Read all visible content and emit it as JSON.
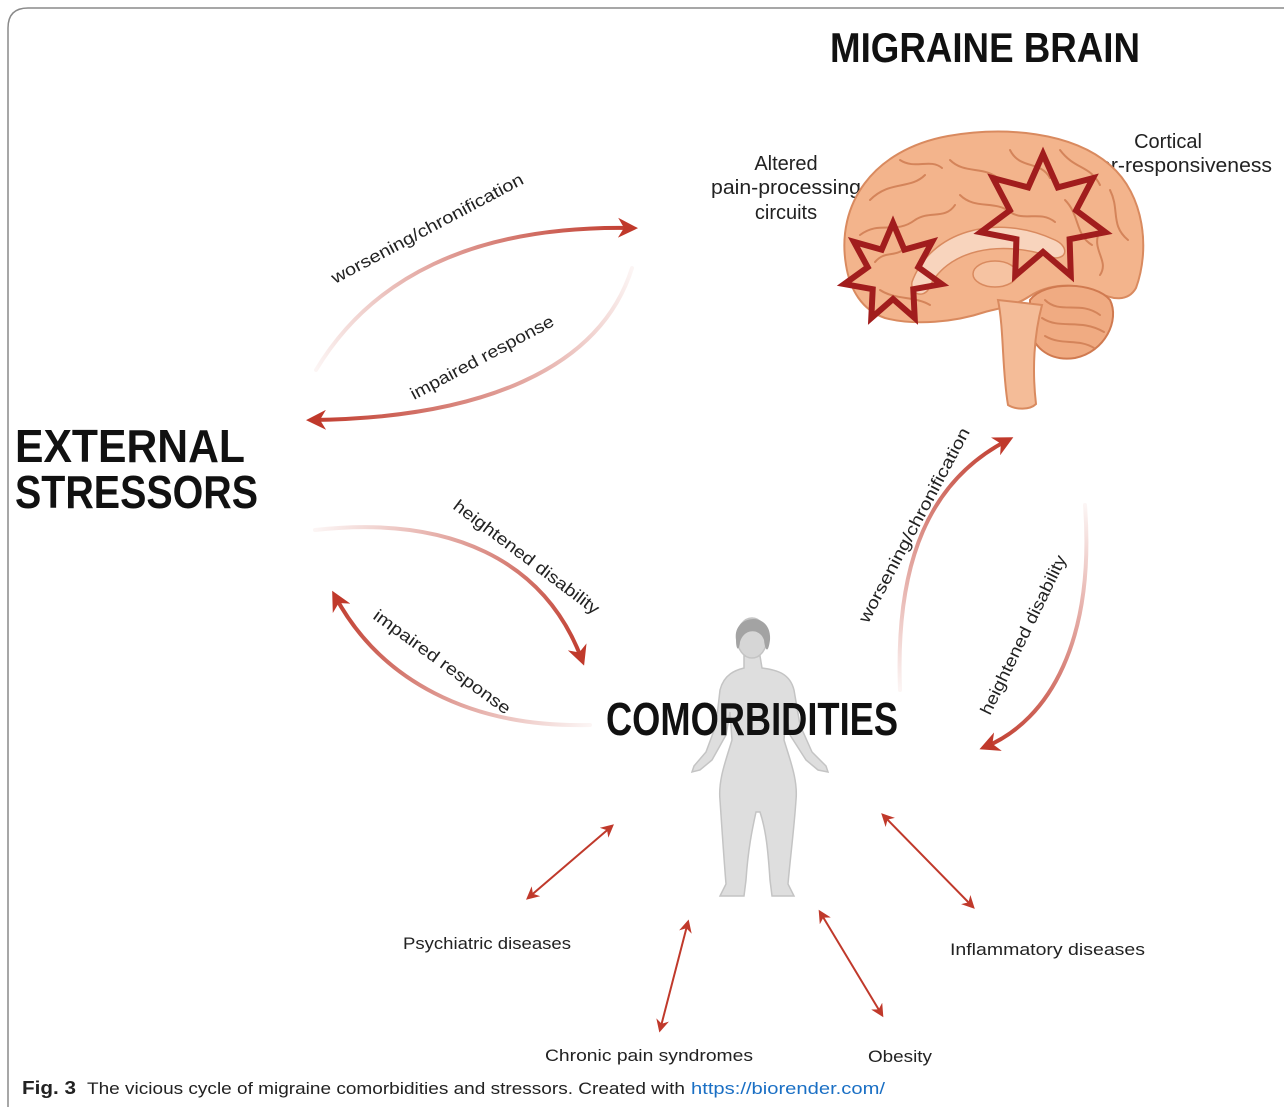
{
  "figure": {
    "brain_title": "MIGRAINE BRAIN",
    "brain_labels": {
      "cortical": [
        "Cortical",
        "hyper-responsiveness"
      ],
      "altered": [
        "Altered",
        "pain-processing",
        "circuits"
      ]
    },
    "stressors_title": [
      "EXTERNAL",
      "STRESSORS"
    ],
    "comorbidities_title": "COMORBIDITIES",
    "arrow_labels": {
      "stressors_to_brain": "worsening/chronification",
      "brain_to_stressors": "impaired response",
      "stressors_to_comorbidities": "heightened disability",
      "comorbidities_to_stressors": "impaired response",
      "comorbidities_to_brain": "worsening/chronification",
      "brain_to_comorbidities": "heightened disability"
    },
    "comorbidity_list": {
      "psychiatric": "Psychiatric diseases",
      "chronic_pain": "Chronic pain syndromes",
      "obesity": "Obesity",
      "inflammatory": "Inflammatory diseases"
    }
  },
  "caption": {
    "label": "Fig. 3",
    "text": "The vicious cycle of migraine comorbidities and stressors. Created with",
    "link": "https://biorender.com/"
  },
  "colors": {
    "arrow": "#c0392b",
    "star": "#a11d1d",
    "brain": "#f3b48c",
    "link": "#1a6fc4"
  }
}
